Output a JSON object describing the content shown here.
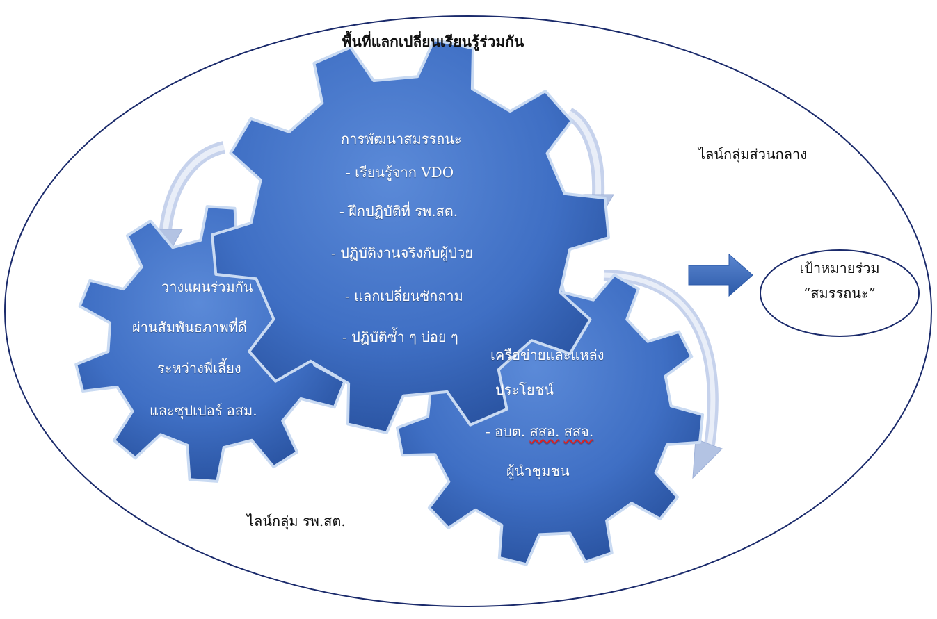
{
  "title": "พื้นที่แลกเปลี่ยนเรียนรู้ร่วมกัน",
  "zones": {
    "central": "ไลน์กลุ่มส่วนกลาง",
    "hospital": "ไลน์กลุ่ม รพ.สต."
  },
  "gears": {
    "main": {
      "title": "การพัฒนาสมรรถนะ",
      "items": [
        "- เรียนรู้จาก VDO",
        "-  ฝึกปฏิบัติที่ รพ.สต.",
        "- ปฏิบัติงานจริงกับผู้ป่วย",
        "- แลกเปลี่ยนซักถาม",
        "- ปฏิบัติซ้ำ ๆ บ่อย ๆ"
      ]
    },
    "plan": {
      "lines": [
        "วางแผนร่วมกัน",
        "ผ่านสัมพันธภาพที่ดี",
        "ระหว่างพี่เลี้ยง",
        "และซุปเปอร์ อสม."
      ]
    },
    "network": {
      "lines": [
        "เครือข่ายและแหล่ง",
        "ประโยชน์"
      ],
      "orgs_prefix": "- อบต. ",
      "org_sso": "สสอ.",
      "org_ssj": "สสจ.",
      "leaders": "ผู้นำชุมชน"
    }
  },
  "goal": {
    "line1": "เป้าหมายร่วม",
    "line2": "“สมรรถนะ”"
  },
  "colors": {
    "gear": "#3f6fc4",
    "gear_dark": "#27509d",
    "gear_edge": "#c9daf2",
    "outline": "#1a2a6b",
    "arrow": "#3d6cc0",
    "curve_arrow": "#b3c3e3"
  }
}
